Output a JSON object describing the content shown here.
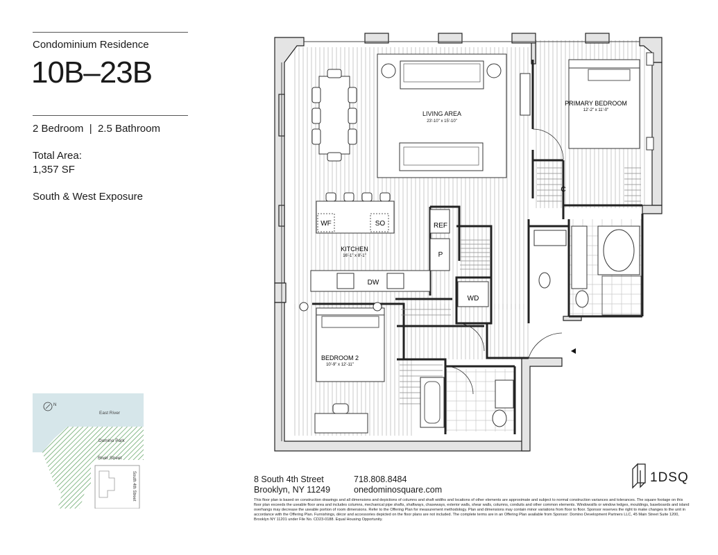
{
  "header": {
    "subtitle": "Condominium Residence",
    "unit_title": "10B–23B",
    "bed_bath": "2 Bedroom  |  2.5 Bathroom",
    "area_label": "Total Area:",
    "area_value": "1,357 SF",
    "exposure": "South & West Exposure"
  },
  "rooms": {
    "living": {
      "name": "LIVING AREA",
      "dims": "23'-10\" x 15'-10\""
    },
    "primary": {
      "name": "PRIMARY BEDROOM",
      "dims": "12'-2\" x 11'-0\""
    },
    "kitchen": {
      "name": "KITCHEN",
      "dims": "16'-1\" x 8'-1\""
    },
    "bedroom2": {
      "name": "BEDROOM 2",
      "dims": "10'-9\" x 12'-11\""
    }
  },
  "fixtures": {
    "wf": "WF",
    "so": "SO",
    "ref": "REF",
    "pantry": "P",
    "dw": "DW",
    "wd": "WD",
    "closet": "C"
  },
  "keymap": {
    "north": "N",
    "east_river": "East River",
    "domino_park": "Domino Park",
    "river_street": "River Street",
    "south_4th": "South 4th Street",
    "colors": {
      "water": "#d6e6ea",
      "park": "#7bb07d"
    }
  },
  "footer": {
    "address_line1": "8 South 4th Street",
    "address_line2": "Brooklyn, NY 11249",
    "phone": "718.808.8484",
    "website": "onedominosquare.com",
    "brand": "1DSQ",
    "disclaimer": "This floor plan is based on construction drawings and all dimensions and depictions of columns and shaft widths and locations of other elements are approximate and subject to normal construction variances and tolerances. The square footage on this floor plan exceeds the useable floor area and includes columns, mechanical pipe shafts, shaftways, chaseways, exterior walls, shear walls, columns, conduits and other common elements. Windowsills or window ledges, mouldings, baseboards and island overhangs may decrease the useable portion of room dimensions. Refer to the Offering Plan for measurement methodology. Plan and dimensions may contain minor variations from floor to floor. Sponsor reserves the right to make changes to the unit in accordance with the Offering Plan. Furnishings, décor and accessories depicted on the floor plans are not included. The complete terms are in an Offering Plan available from Sponsor: Domino Development Partners LLC, 45 Main Street Suite 1200, Brooklyn NY 11201 under File No. CD23-0188. Equal Housing Opportunity."
  }
}
